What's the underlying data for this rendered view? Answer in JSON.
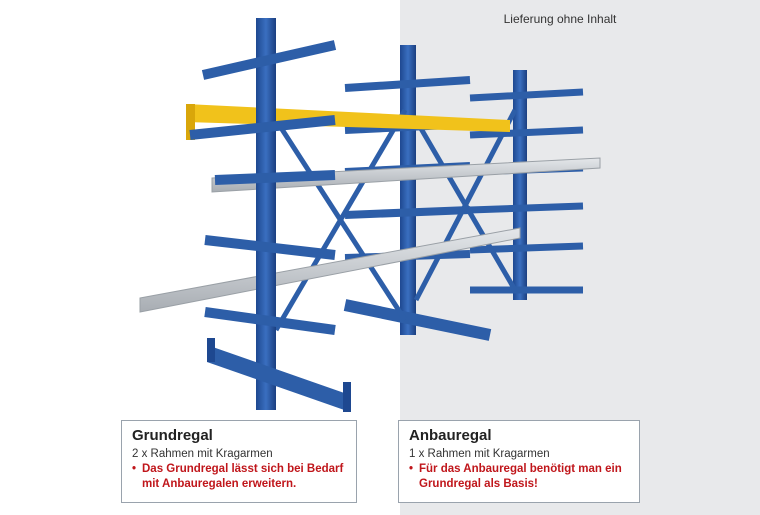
{
  "delivery_note": "Lieferung ohne Inhalt",
  "colors": {
    "rack_blue": "#2d5ea8",
    "beam_yellow": "#f1c21b",
    "beam_silver": "#c8ccd1",
    "warning_red": "#c0161b",
    "right_panel_gray": "#e8e9eb"
  },
  "base_shelf": {
    "title": "Grundregal",
    "contents": "2 x Rahmen mit Kragarmen",
    "note": "Das Grundregal lässt sich bei Bedarf mit Anbauregalen erweitern."
  },
  "add_on_shelf": {
    "title": "Anbauregal",
    "contents": "1 x Rahmen mit Kragarmen",
    "note": "Für das Anbauregal benötigt man ein Grundregal als Basis!"
  }
}
